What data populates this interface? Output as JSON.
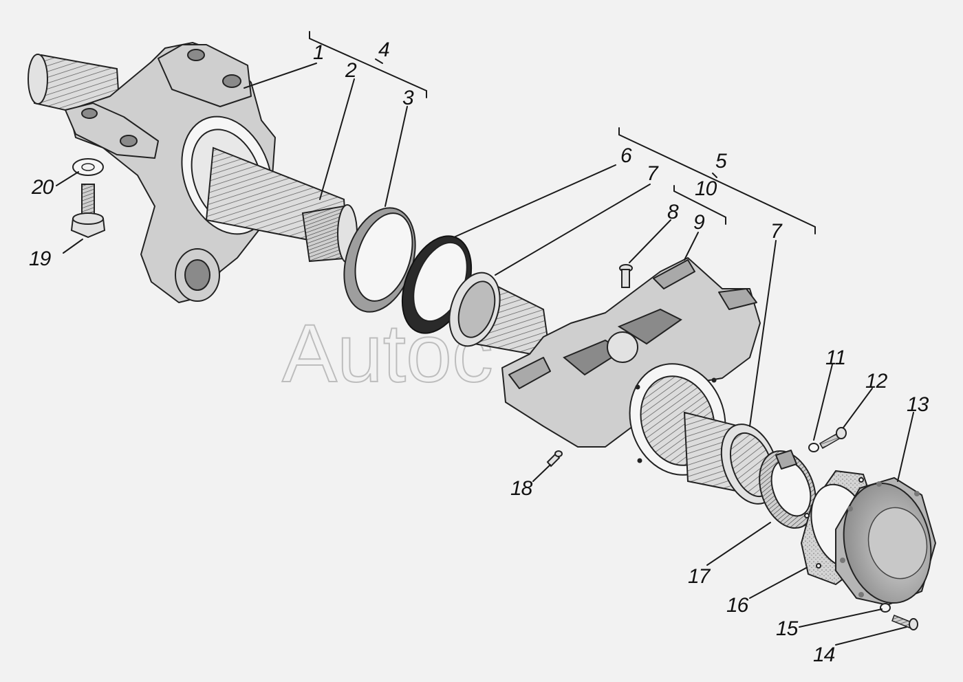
{
  "watermark": "Autoc",
  "callouts": {
    "c1": "1",
    "c2": "2",
    "c3": "3",
    "c4": "4",
    "c5": "5",
    "c6": "6",
    "c7a": "7",
    "c7b": "7",
    "c8": "8",
    "c9": "9",
    "c10": "10",
    "c11": "11",
    "c12": "12",
    "c13": "13",
    "c14": "14",
    "c15": "15",
    "c16": "16",
    "c17": "17",
    "c18": "18",
    "c19": "19",
    "c20": "20"
  }
}
